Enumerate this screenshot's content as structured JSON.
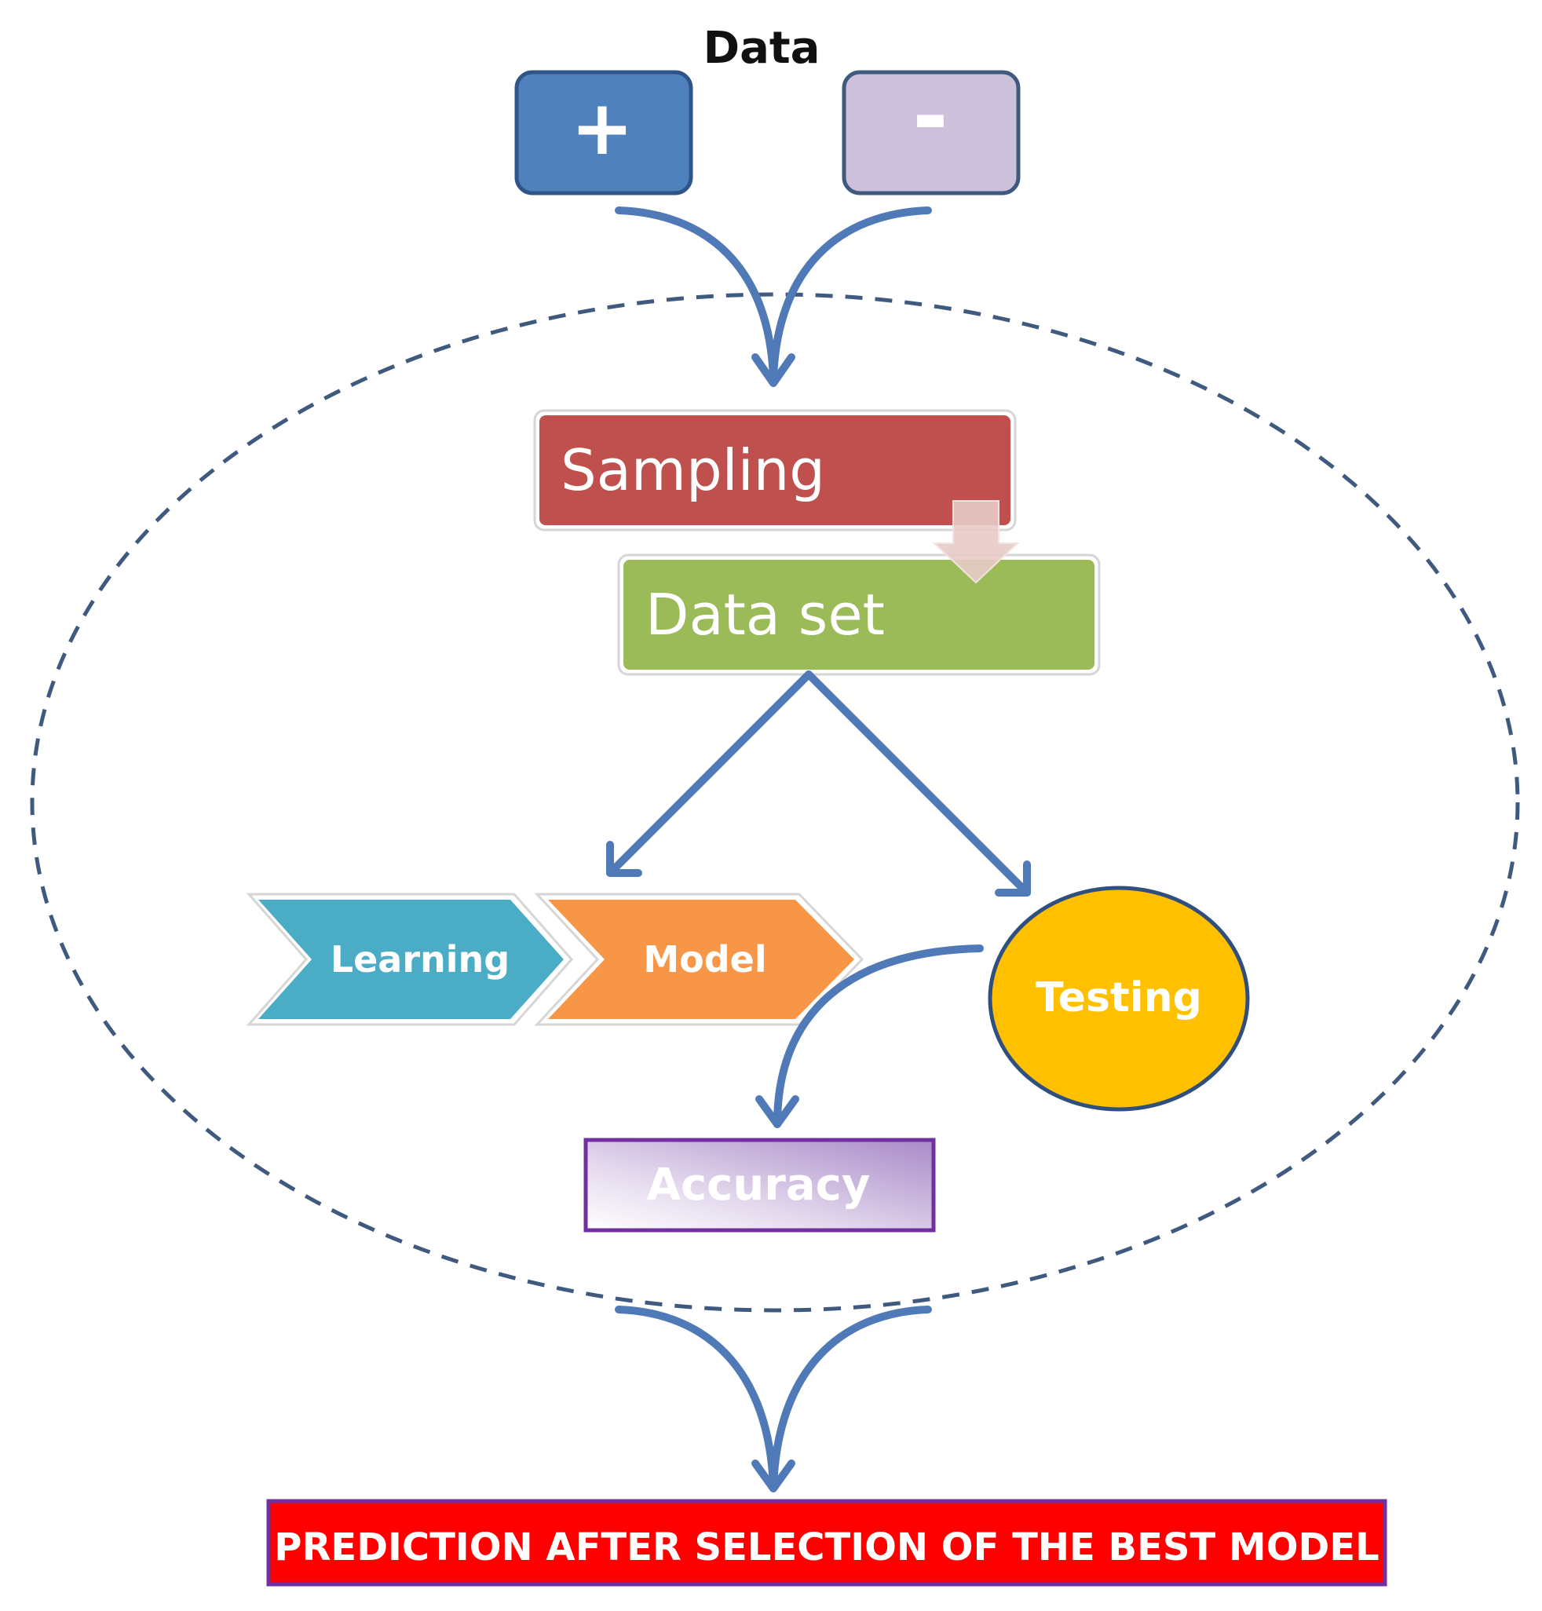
{
  "diagram": {
    "data_label": "Data",
    "positive_label": "+",
    "negative_label": "-",
    "sampling_label": "Sampling",
    "dataset_label": "Data set",
    "learning_label": "Learning",
    "model_label": "Model",
    "testing_label": "Testing",
    "accuracy_label": "Accuracy",
    "prediction_label": "PREDICTION AFTER SELECTION OF THE BEST MODEL"
  },
  "colors": {
    "arrow": "#4f7ab7",
    "ellipse_dash": "#3f5a7e",
    "positive_fill": "#4f81bd",
    "positive_stroke": "#2f5487",
    "negative_fill": "#ccc0da",
    "negative_stroke": "#3f5a7e",
    "sampling_fill": "#c0504d",
    "dataset_fill": "#9bbb59",
    "learning_fill": "#4bacc6",
    "model_fill": "#f79646",
    "testing_fill": "#ffc000",
    "testing_stroke": "#2f4f7f",
    "accuracy_stroke": "#7030a0",
    "prediction_fill": "#ff0000",
    "prediction_stroke": "#7030a0"
  }
}
